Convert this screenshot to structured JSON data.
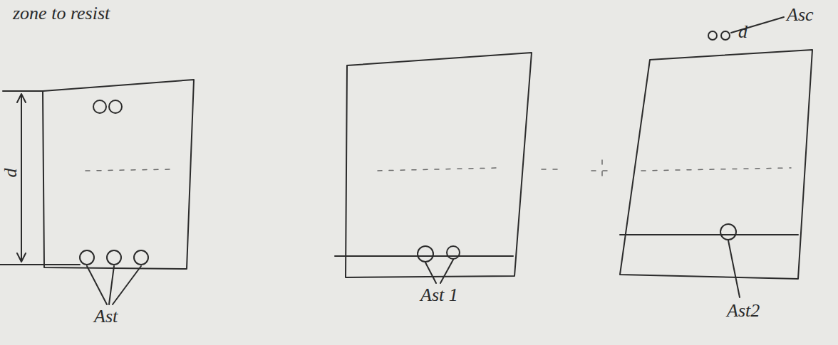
{
  "diagram": {
    "labels": [
      "zone to resist",
      "d",
      "Ast",
      "Ast 1",
      "Asc",
      "d",
      "Ast2"
    ]
  }
}
